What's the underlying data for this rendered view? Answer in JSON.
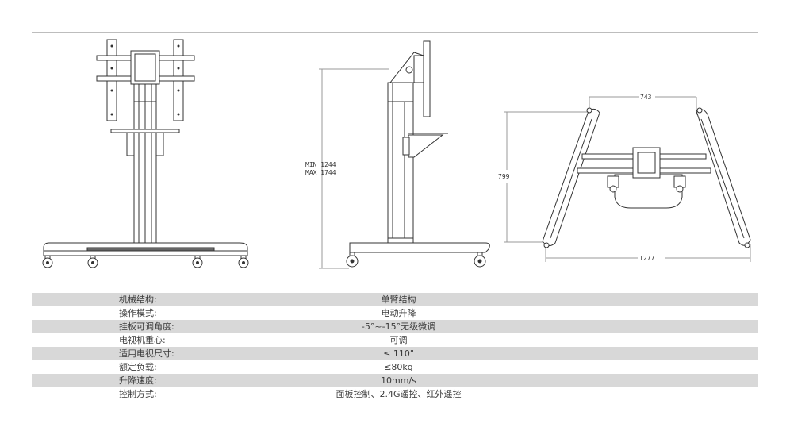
{
  "dimensions": {
    "height_min": "MIN 1244",
    "height_max": "MAX 1744",
    "top_width": "743",
    "depth": "799",
    "base_width": "1277"
  },
  "specs": [
    {
      "label": "机械结构:",
      "value": "单臂结构"
    },
    {
      "label": "操作模式:",
      "value": "电动升降"
    },
    {
      "label": "挂板可调角度:",
      "value": "-5°~-15°无级微调"
    },
    {
      "label": "电视机重心:",
      "value": "可调"
    },
    {
      "label": "适用电视尺寸:",
      "value": "≤ 110\""
    },
    {
      "label": "额定负载:",
      "value": "≤80kg"
    },
    {
      "label": "升降速度:",
      "value": "10mm/s"
    },
    {
      "label": "控制方式:",
      "value": "面板控制、2.4G遥控、红外遥控"
    }
  ]
}
